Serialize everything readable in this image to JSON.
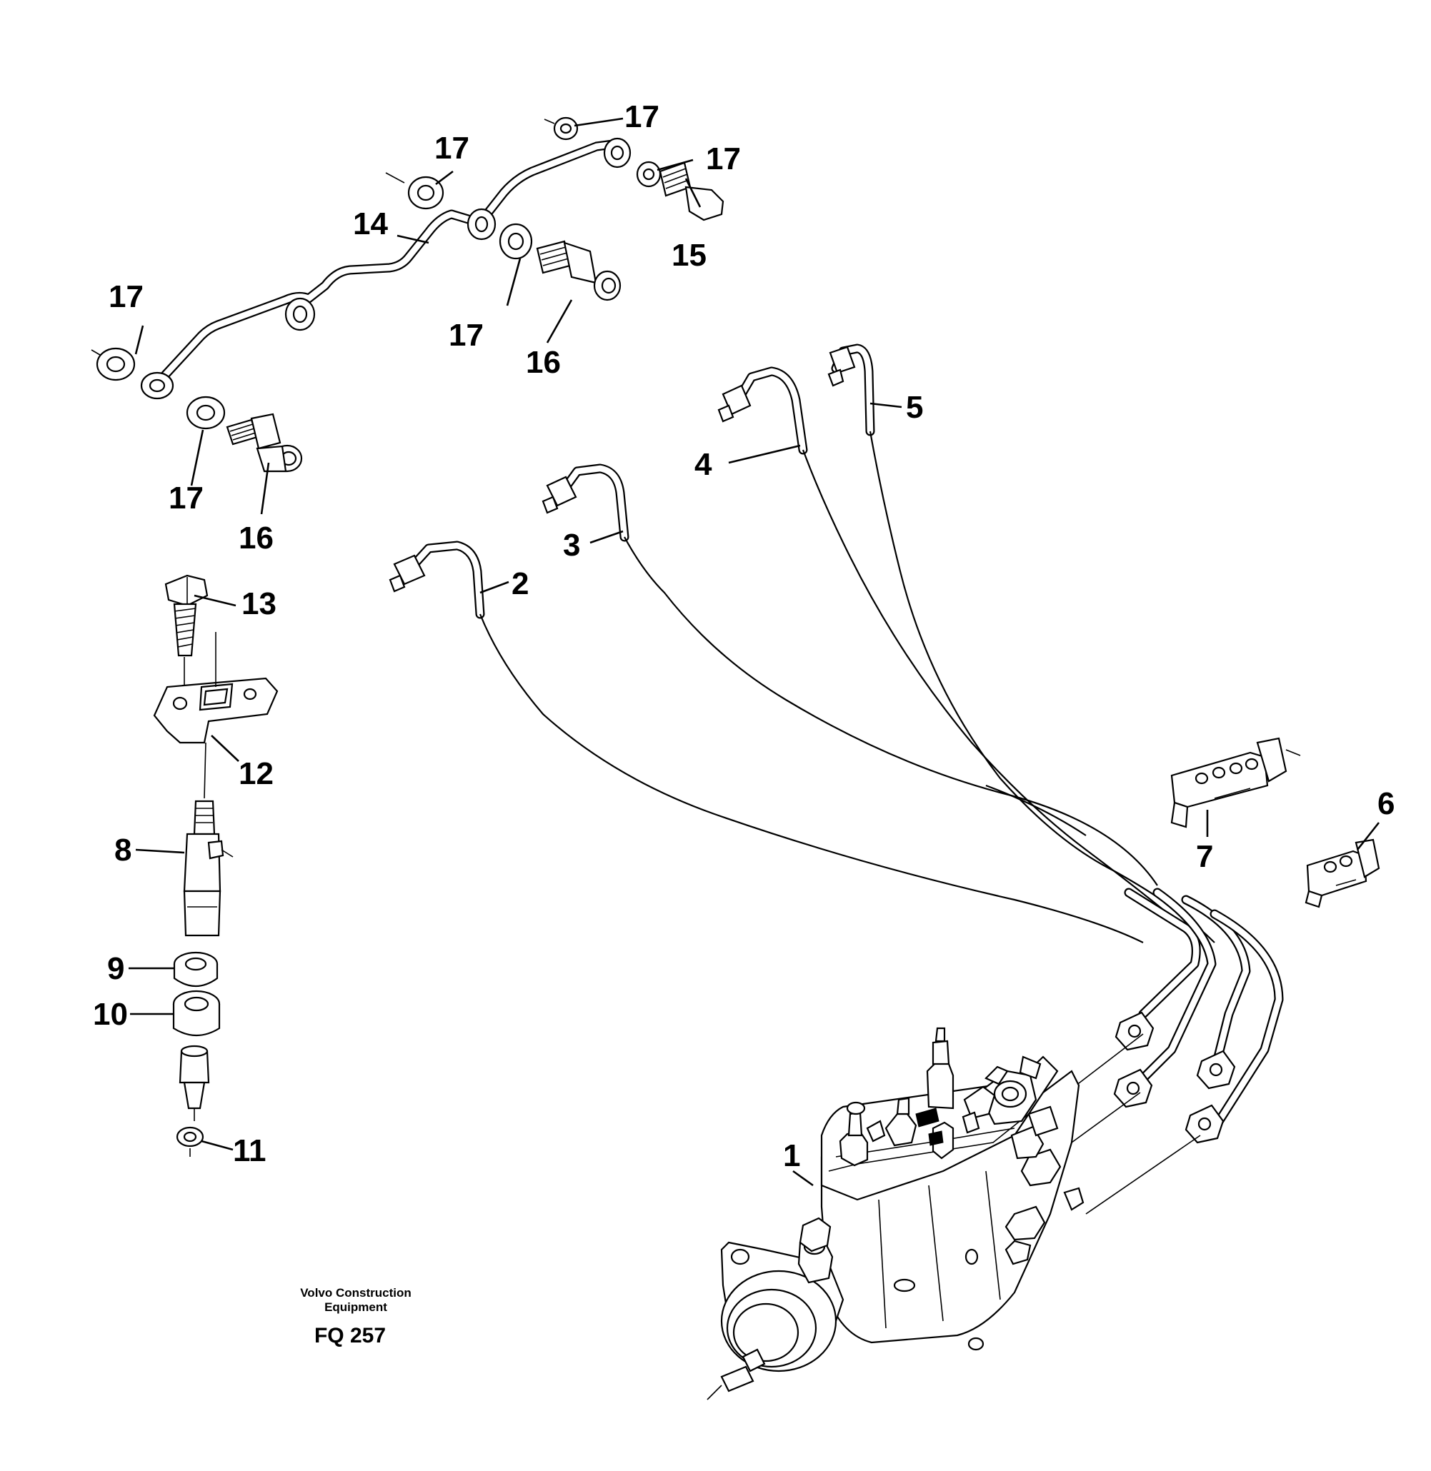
{
  "callouts": {
    "c1": "1",
    "c2": "2",
    "c3": "3",
    "c4": "4",
    "c5": "5",
    "c6": "6",
    "c7": "7",
    "c8": "8",
    "c9": "9",
    "c10": "10",
    "c11": "11",
    "c12": "12",
    "c13": "13",
    "c14": "14",
    "c15": "15",
    "c16a": "16",
    "c16b": "16",
    "c17a": "17",
    "c17b": "17",
    "c17c": "17",
    "c17d": "17",
    "c17e": "17",
    "c17f": "17"
  },
  "credit": {
    "line1": "Volvo Construction",
    "line2": "Equipment"
  },
  "drawing_code": "FQ 257"
}
